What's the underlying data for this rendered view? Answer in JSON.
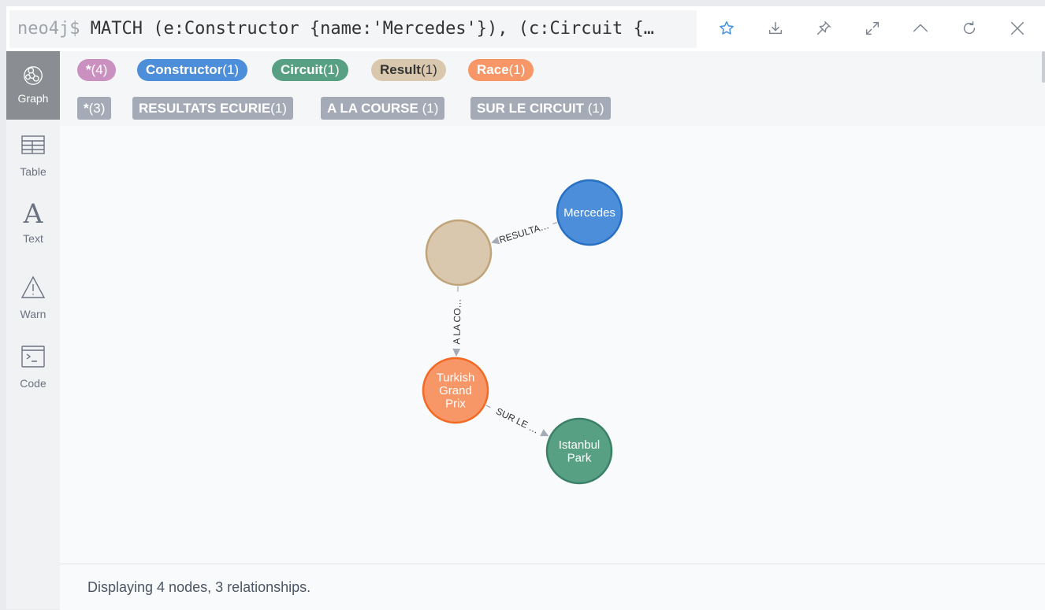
{
  "query": {
    "prompt": "neo4j$",
    "text": " MATCH (e:Constructor {name:'Mercedes'}), (c:Circuit {…"
  },
  "toolbar": {
    "icons": [
      "star-icon",
      "download-icon",
      "pin-icon",
      "expand-icon",
      "collapse-icon",
      "refresh-icon",
      "close-icon"
    ]
  },
  "sidebar": {
    "items": [
      {
        "label": "Graph",
        "icon": "graph-icon",
        "active": true
      },
      {
        "label": "Table",
        "icon": "table-icon"
      },
      {
        "label": "Text",
        "icon": "text-icon"
      },
      {
        "label": "Warn",
        "icon": "warn-icon"
      },
      {
        "label": "Code",
        "icon": "code-icon"
      }
    ]
  },
  "legend": {
    "nodes": [
      {
        "label": "*",
        "count": "(4)",
        "color": "#c990c0",
        "text_color": "#ffffff"
      },
      {
        "label": "Constructor",
        "count": "(1)",
        "color": "#4c8eda",
        "text_color": "#ffffff"
      },
      {
        "label": "Circuit",
        "count": "(1)",
        "color": "#57a084",
        "text_color": "#ffffff"
      },
      {
        "label": "Result",
        "count": "(1)",
        "color": "#d9c8ae",
        "text_color": "#333333"
      },
      {
        "label": "Race",
        "count": "(1)",
        "color": "#f79767",
        "text_color": "#ffffff"
      }
    ],
    "relationships": [
      {
        "label": "*",
        "count": "(3)"
      },
      {
        "label": "RESULTATS ECURIE",
        "count": "(1)"
      },
      {
        "label": "A LA COURSE ",
        "count": "(1)"
      },
      {
        "label": "SUR LE CIRCUIT ",
        "count": "(1)"
      }
    ]
  },
  "graph": {
    "nodes": [
      {
        "id": "mercedes",
        "lines": [
          "Mercedes"
        ],
        "fill": "#4c8eda",
        "stroke": "#2870c2"
      },
      {
        "id": "result",
        "lines": [],
        "fill": "#d9c8ae",
        "stroke": "#c0a378"
      },
      {
        "id": "race",
        "lines": [
          "Turkish",
          "Grand",
          "Prix"
        ],
        "fill": "#f79767",
        "stroke": "#f36924"
      },
      {
        "id": "circuit",
        "lines": [
          "Istanbul",
          "Park"
        ],
        "fill": "#57a084",
        "stroke": "#3b8067"
      }
    ],
    "edges": [
      {
        "from": "mercedes",
        "to": "result",
        "label": "RESULTA…"
      },
      {
        "from": "result",
        "to": "race",
        "label": "A LA CO…"
      },
      {
        "from": "race",
        "to": "circuit",
        "label": "SUR LE …"
      }
    ]
  },
  "footer": {
    "status": "Displaying 4 nodes, 3 relationships."
  }
}
